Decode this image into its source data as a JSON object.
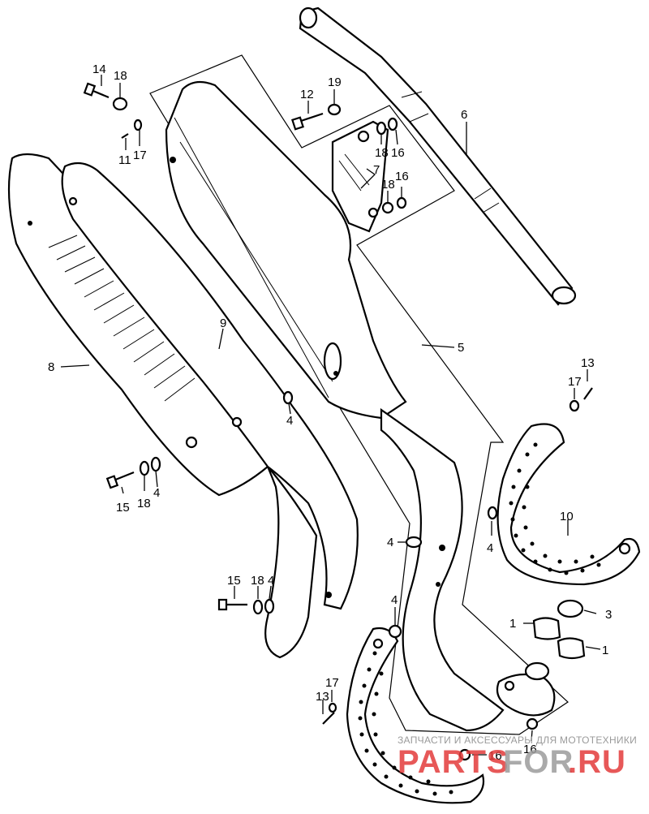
{
  "labels": {
    "p1a": "1",
    "p1b": "1",
    "p3": "3",
    "p4a": "4",
    "p4b": "4",
    "p4c": "4",
    "p4d": "4",
    "p4e": "4",
    "p4f": "4",
    "p5": "5",
    "p6": "6",
    "p7": "7",
    "p8": "8",
    "p9": "9",
    "p10": "10",
    "p11": "11",
    "p12": "12",
    "p13a": "13",
    "p13b": "13",
    "p14": "14",
    "p15a": "15",
    "p15b": "15",
    "p16a": "16",
    "p16b": "16",
    "p16c": "16",
    "p16d": "16",
    "p17a": "17",
    "p17b": "17",
    "p17c": "17",
    "p18a": "18",
    "p18b": "18",
    "p18c": "18",
    "p18d": "18",
    "p18e": "18",
    "p19": "19"
  },
  "watermark": {
    "tagline": "ЗАПЧАСТИ И АКСЕССУАРЫ ДЛЯ МОТОТЕХНИКИ",
    "brand_part1": "PARTS",
    "brand_part2": "FOR",
    "brand_part3": ".RU"
  }
}
